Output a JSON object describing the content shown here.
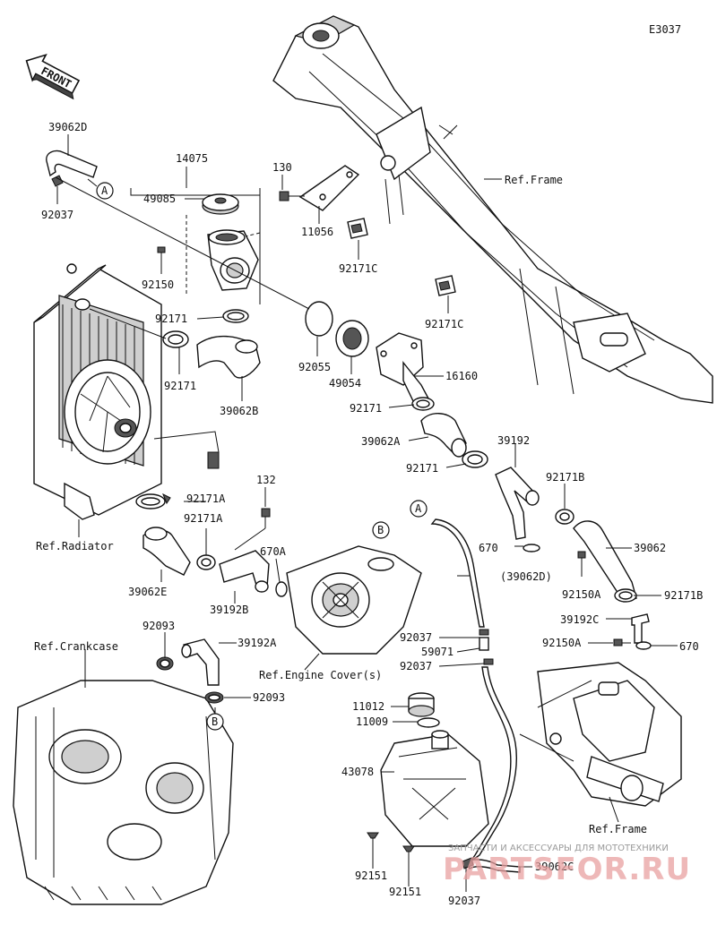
{
  "diagram_id": "E3037",
  "front_label": "FRONT",
  "callouts": {
    "A": "A",
    "B": "B"
  },
  "refs": {
    "frame_top": "Ref.Frame",
    "frame_bottom": "Ref.Frame",
    "radiator": "Ref.Radiator",
    "crankcase": "Ref.Crankcase",
    "engine_cover": "Ref.Engine Cover(s)"
  },
  "parts": {
    "p39062D": "39062D",
    "p92037_top": "92037",
    "p14075": "14075",
    "p49085": "49085",
    "p130": "130",
    "p11056": "11056",
    "p92171C_1": "92171C",
    "p92171C_2": "92171C",
    "p92150": "92150",
    "p92171_a": "92171",
    "p92171_b": "92171",
    "p92055": "92055",
    "p49054": "49054",
    "p16160": "16160",
    "p39062B": "39062B",
    "p92171_c": "92171",
    "p39062A": "39062A",
    "p39192": "39192",
    "p92171_d": "92171",
    "p92171B_1": "92171B",
    "p92171A_1": "92171A",
    "p92171A_2": "92171A",
    "p132": "132",
    "p670A": "670A",
    "p39062E": "39062E",
    "p39192B": "39192B",
    "p670_1": "670",
    "p39062": "39062",
    "p39062D_paren": "(39062D)",
    "p92150A_1": "92150A",
    "p92171B_2": "92171B",
    "p39192C": "39192C",
    "p92150A_2": "92150A",
    "p670_2": "670",
    "p92093_1": "92093",
    "p39192A": "39192A",
    "p92093_2": "92093",
    "p92037_1": "92037",
    "p59071": "59071",
    "p92037_2": "92037",
    "p11012": "11012",
    "p11009": "11009",
    "p43078": "43078",
    "p92151_1": "92151",
    "p92151_2": "92151",
    "p39062C": "39062C",
    "p92037_bot": "92037"
  },
  "watermark": {
    "line1": "ЗАПЧАСТИ И АКСЕССУАРЫ ДЛЯ МОТОТЕХНИКИ",
    "line2": "PARTSFOR.RU"
  }
}
